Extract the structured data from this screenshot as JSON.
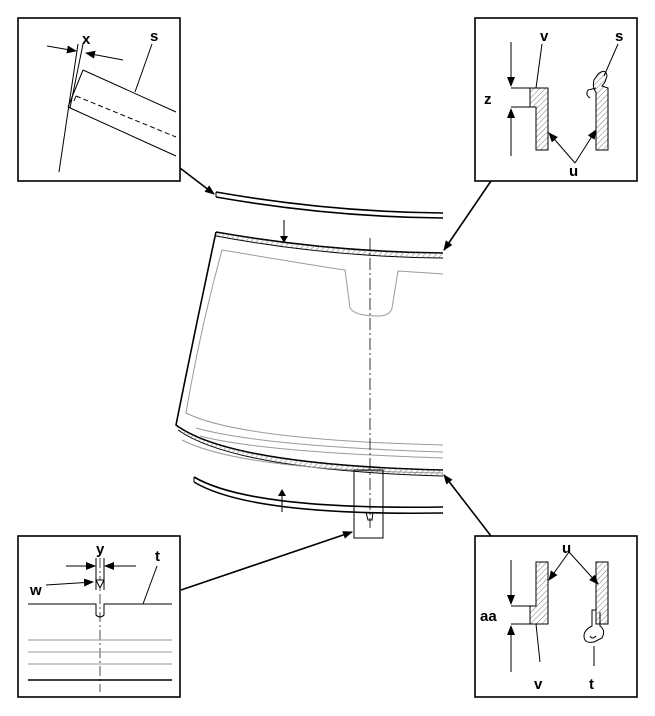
{
  "labels": {
    "x": "x",
    "s": "s",
    "v": "v",
    "z": "z",
    "u": "u",
    "y": "y",
    "w": "w",
    "t": "t",
    "aa": "aa"
  },
  "colors": {
    "line": "#000000",
    "hatch": "#7a7a7a",
    "background": "#ffffff"
  }
}
